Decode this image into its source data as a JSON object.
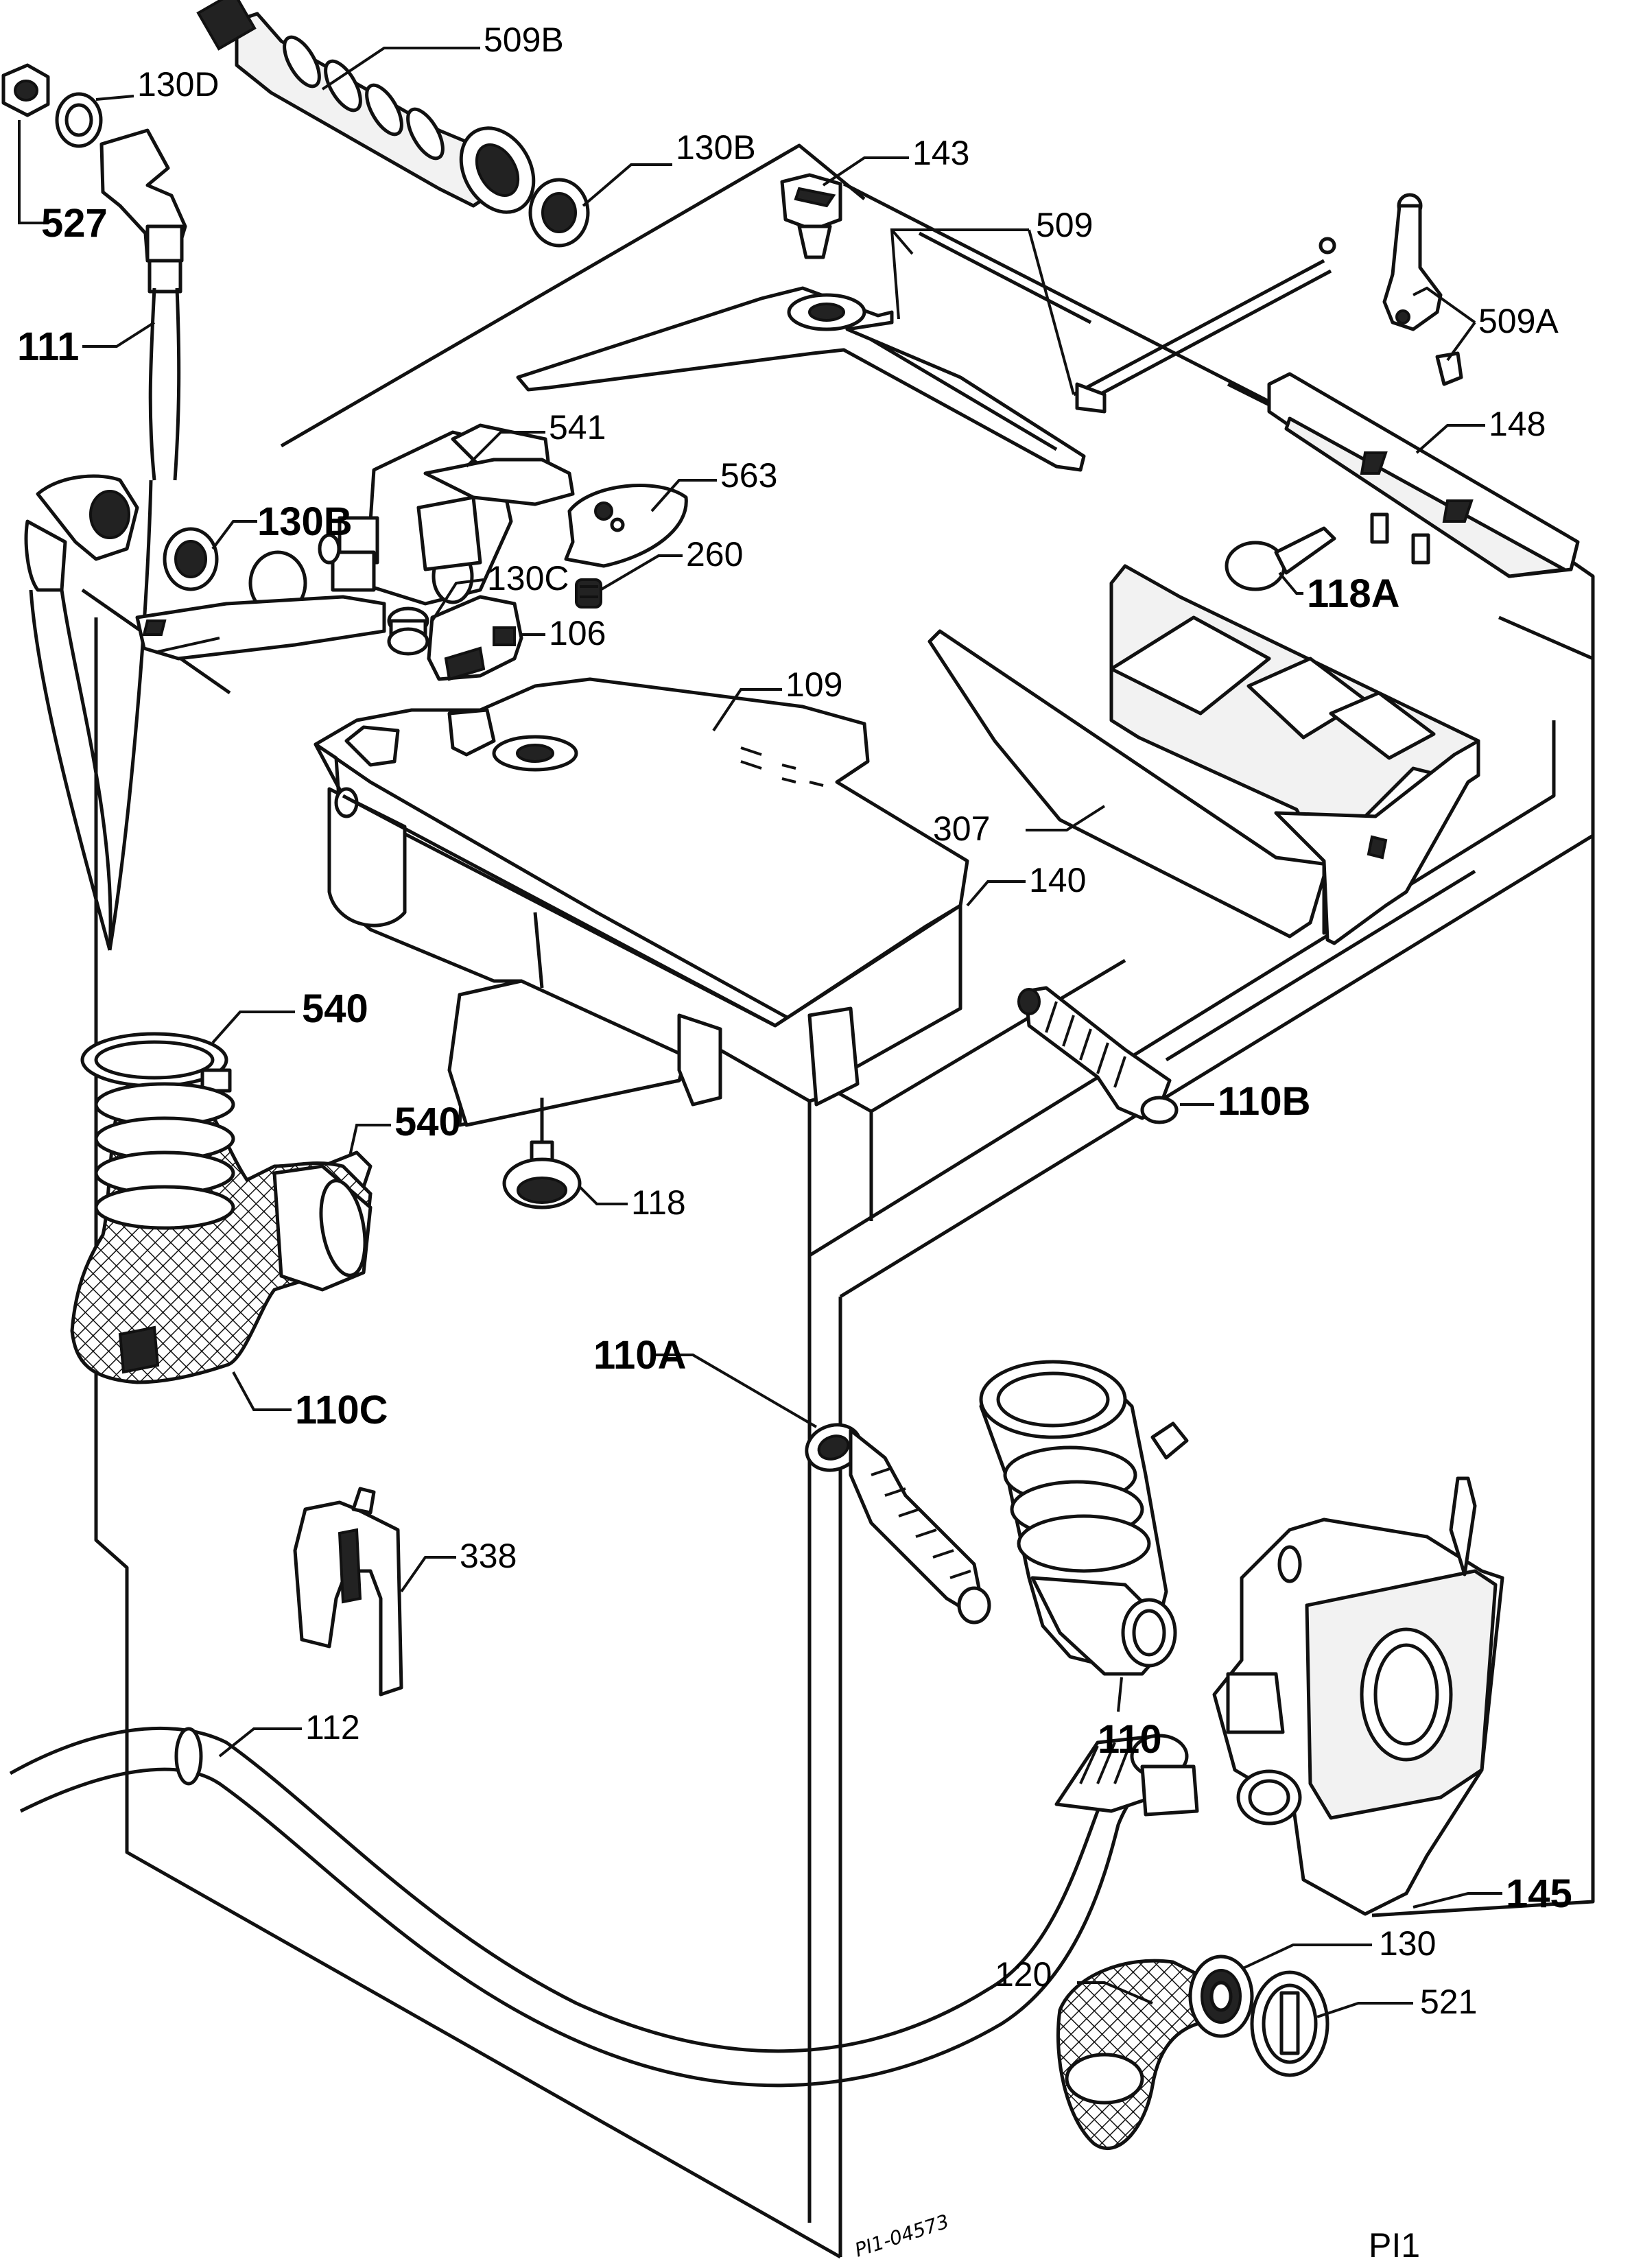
{
  "callouts": {
    "c509b": "509B",
    "c130d": "130D",
    "c527": "527",
    "c130b_top": "130B",
    "c143": "143",
    "c509": "509",
    "c509a": "509A",
    "c111": "111",
    "c541": "541",
    "c563": "563",
    "c148": "148",
    "c130b_mid": "130B",
    "c260": "260",
    "c130c": "130C",
    "c118a": "118A",
    "c106": "106",
    "c109": "109",
    "c307": "307",
    "c140": "140",
    "c540_a": "540",
    "c540_b": "540",
    "c110b": "110B",
    "c118": "118",
    "c110c": "110C",
    "c110a": "110A",
    "c338": "338",
    "c110": "110",
    "c112": "112",
    "c145": "145",
    "c130": "130",
    "c120": "120",
    "c521": "521"
  },
  "drawing_number": "PI1-04573",
  "plate_label": "PI1"
}
